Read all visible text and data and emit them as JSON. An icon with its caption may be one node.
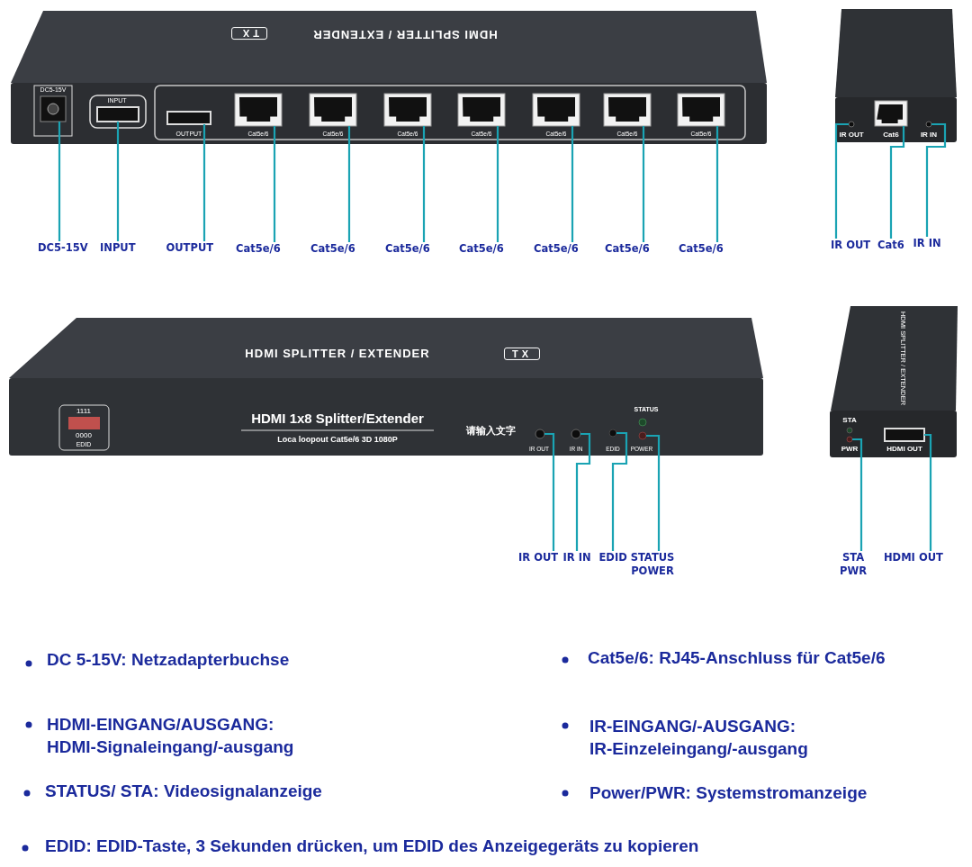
{
  "diagram": {
    "nodes": [
      {
        "text": [
          "DC5-15V"
        ]
      },
      {
        "text": [
          "INPUT"
        ]
      },
      {
        "text": [
          "OUTPUT"
        ]
      },
      {
        "text": [
          "Cat5e/6"
        ]
      },
      {
        "text": [
          "Cat5e/6"
        ]
      },
      {
        "text": [
          "Cat5e/6"
        ]
      },
      {
        "text": [
          "Cat5e/6"
        ]
      },
      {
        "text": [
          "Cat5e/6"
        ]
      },
      {
        "text": [
          "Cat5e/6"
        ]
      },
      {
        "text": [
          "Cat5e/6"
        ]
      },
      {
        "text": [
          "IR OUT"
        ]
      },
      {
        "text": [
          "Cat6"
        ]
      },
      {
        "text": [
          "IR IN"
        ]
      },
      {
        "text": [
          "IR OUT"
        ]
      },
      {
        "text": [
          "IR IN"
        ]
      },
      {
        "text": [
          "EDID"
        ]
      },
      {
        "text": [
          "STATUS POWER"
        ]
      },
      {
        "text": [
          "STA PWR"
        ]
      },
      {
        "text": [
          "HDMI OUT"
        ]
      },
      {
        "text": [],
        "shape": "box"
      },
      {
        "text": [],
        "shape": "box"
      },
      {
        "text": [],
        "shape": "box"
      },
      {
        "text": [],
        "shape": "box"
      },
      {
        "text": [],
        "shape": "box"
      },
      {
        "text": [],
        "shape": "box"
      },
      {
        "text": [],
        "shape": "box"
      },
      {
        "text": [],
        "shape": "box"
      },
      {
        "text": [],
        "shape": "box"
      },
      {
        "text": [],
        "shape": "box"
      },
      {
        "text": [],
        "shape": "circle"
      },
      {
        "text": [],
        "shape": "box"
      },
      {
        "text": [],
        "shape": "circle"
      },
      {
        "text": [],
        "shape": "circle"
      },
      {
        "text": [],
        "shape": "circle"
      },
      {
        "text": [],
        "shape": "circle"
      },
      {
        "text": [],
        "shape": "circle"
      },
      {
        "text": [],
        "shape": "circle"
      },
      {
        "text": [],
        "shape": "box"
      }
    ],
    "edges": [
      {
        "from": 0,
        "to": 19,
        "arrow": "none"
      },
      {
        "from": 1,
        "to": 20,
        "arrow": "none"
      },
      {
        "from": 2,
        "to": 21,
        "arrow": "none"
      },
      {
        "from": 3,
        "to": 22,
        "arrow": "none"
      },
      {
        "from": 4,
        "to": 23,
        "arrow": "none"
      },
      {
        "from": 5,
        "to": 24,
        "arrow": "none"
      },
      {
        "from": 6,
        "to": 25,
        "arrow": "none"
      },
      {
        "from": 7,
        "to": 26,
        "arrow": "none"
      },
      {
        "from": 8,
        "to": 27,
        "arrow": "none"
      },
      {
        "from": 9,
        "to": 28,
        "arrow": "none"
      },
      {
        "from": 10,
        "to": 29,
        "arrow": "none"
      },
      {
        "from": 11,
        "to": 30,
        "arrow": "none"
      },
      {
        "from": 12,
        "to": 31,
        "arrow": "none"
      },
      {
        "from": 13,
        "to": 32,
        "arrow": "none"
      },
      {
        "from": 14,
        "to": 33,
        "arrow": "none"
      },
      {
        "from": 15,
        "to": 34,
        "arrow": "none"
      },
      {
        "from": 16,
        "to": 35,
        "arrow": "none"
      },
      {
        "from": 17,
        "to": 36,
        "arrow": "none"
      },
      {
        "from": 18,
        "to": 37,
        "arrow": "none"
      }
    ],
    "labels": [
      "TX",
      "HDMI SPLITTER / EXTENDER",
      "DC5-15V",
      "INPUT",
      "OUTPUT",
      "Cat5e/6",
      "Cat5e/6",
      "Cat5e/6",
      "Cat5e/6",
      "Cat5e/6",
      "Cat5e/6",
      "Cat5e/6",
      "IR OUT",
      "Cat6",
      "IR IN",
      "HDMI SPLITTER / EXTENDER",
      "TX",
      "1111",
      "0000",
      "EDID",
      "HDMI 1x8 Splitter/Extender",
      "Loca loopout Cat5e/6 3D 1080P",
      "请输入文字",
      "STATUS",
      "IR OUT",
      "IR IN",
      "EDID",
      "POWER",
      "STA",
      "PWR",
      "HDMI OUT",
      "HDMI SPLITTER / EXTENDER",
      "DC 5-15V: Netzadapterbuchse",
      "Cat5e/6: RJ45-Anschluss für Cat5e/6",
      "HDMI-EINGANG/AUSGANG: HDMI-Signaleingang/-ausgang",
      "IR-EINGANG/-AUSGANG: IR-Einzeleingang/-ausgang",
      "STATUS/ STA: Videosignalanzeige",
      "Power/PWR: Systemstromanzeige",
      "EDID: EDID-Taste, 3 Sekunden drücken, um EDID des Anzeigegeräts zu kopieren"
    ]
  }
}
